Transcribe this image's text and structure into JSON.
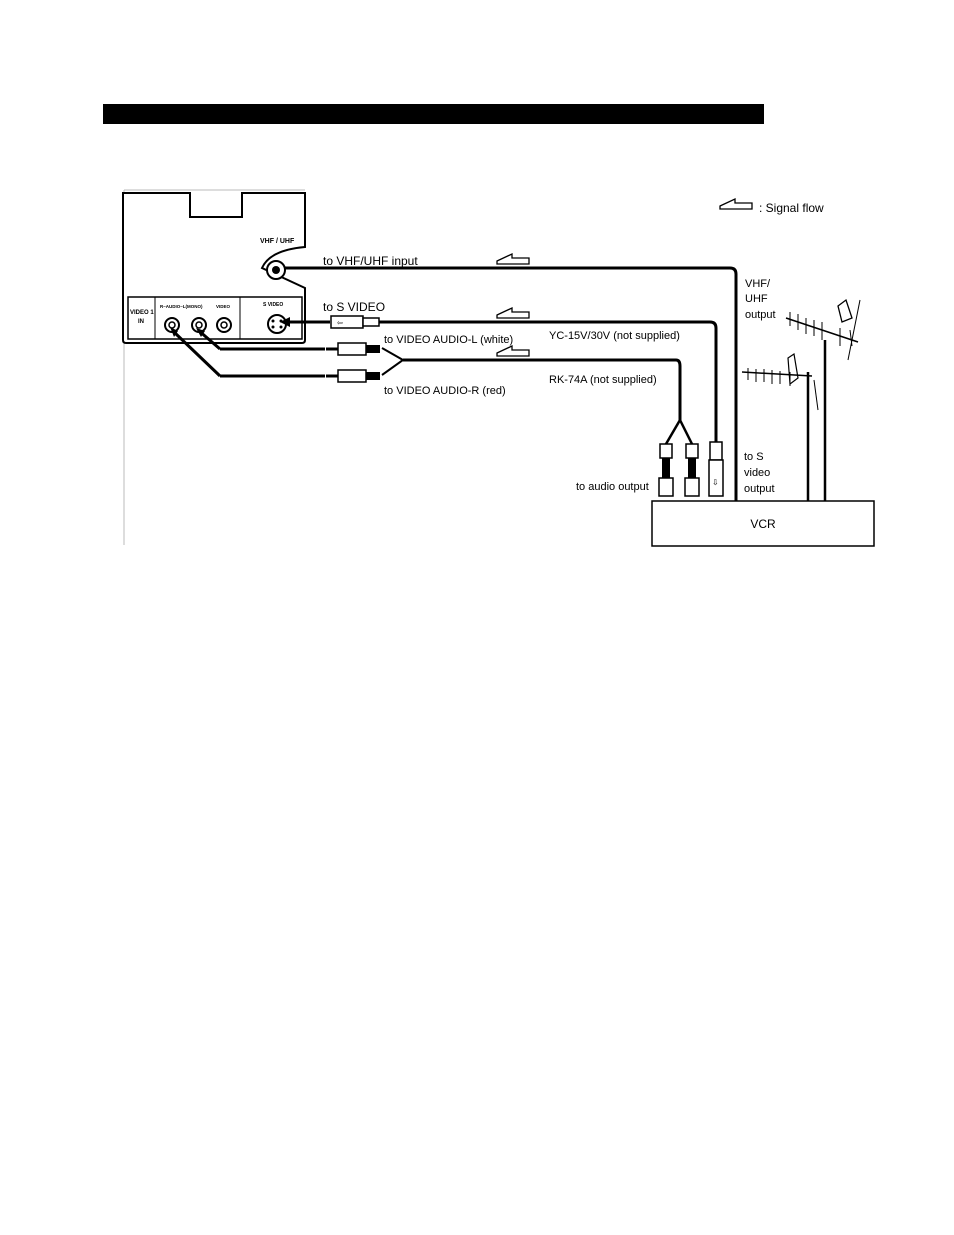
{
  "legend": {
    "text": ": Signal flow"
  },
  "tv_panel": {
    "vhf_uhf": "VHF / UHF",
    "video1_in_line1": "VIDEO 1",
    "video1_in_line2": "IN",
    "audio_jacks": "R–AUDIO–L(MONO)",
    "video_jack": "VIDEO",
    "s_video": "S VIDEO"
  },
  "labels": {
    "to_vhf_uhf_input": "to VHF/UHF input",
    "to_s_video": "to S VIDEO",
    "to_video_audio_l": "to VIDEO AUDIO-L (white)",
    "to_video_audio_r": "to VIDEO AUDIO-R (red)",
    "yc_cable": "YC-15V/30V (not supplied)",
    "rk_cable": "RK-74A (not supplied)",
    "to_audio_output": "to audio output",
    "vhf_uhf_output": [
      "VHF/",
      "UHF",
      "output"
    ],
    "to_s_video_output": [
      "to S",
      "video",
      "output"
    ]
  },
  "vcr": {
    "label": "VCR"
  }
}
